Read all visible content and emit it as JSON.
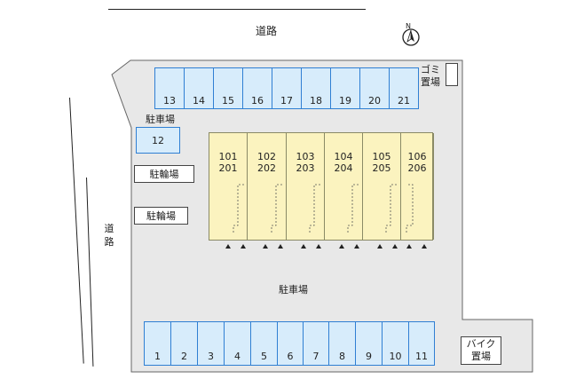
{
  "roads": {
    "top_label": "道路",
    "left_label": "道路"
  },
  "compass": {
    "label": "N"
  },
  "parking": {
    "top_row": [
      "13",
      "14",
      "15",
      "16",
      "17",
      "18",
      "19",
      "20",
      "21"
    ],
    "single_label": "駐車場",
    "single_slot": "12",
    "center_label": "駐車場",
    "bottom_row": [
      "1",
      "2",
      "3",
      "4",
      "5",
      "6",
      "7",
      "8",
      "9",
      "10",
      "11"
    ]
  },
  "bicycle_parking": [
    "駐輪場",
    "駐輪場"
  ],
  "garbage": {
    "label_line1": "ゴミ",
    "label_line2": "置場"
  },
  "bike": {
    "label_line1": "バイク",
    "label_line2": "置場"
  },
  "building": {
    "units": [
      {
        "floor1": "101",
        "floor2": "201"
      },
      {
        "floor1": "102",
        "floor2": "202"
      },
      {
        "floor1": "103",
        "floor2": "203"
      },
      {
        "floor1": "104",
        "floor2": "204"
      },
      {
        "floor1": "105",
        "floor2": "205"
      },
      {
        "floor1": "106",
        "floor2": "206"
      }
    ],
    "entrance_markers": 12
  },
  "colors": {
    "lot": "#e8e8e8",
    "slot_fill": "#d7ecfb",
    "slot_border": "#2f7fd3",
    "building_fill": "#fbf3bf"
  }
}
